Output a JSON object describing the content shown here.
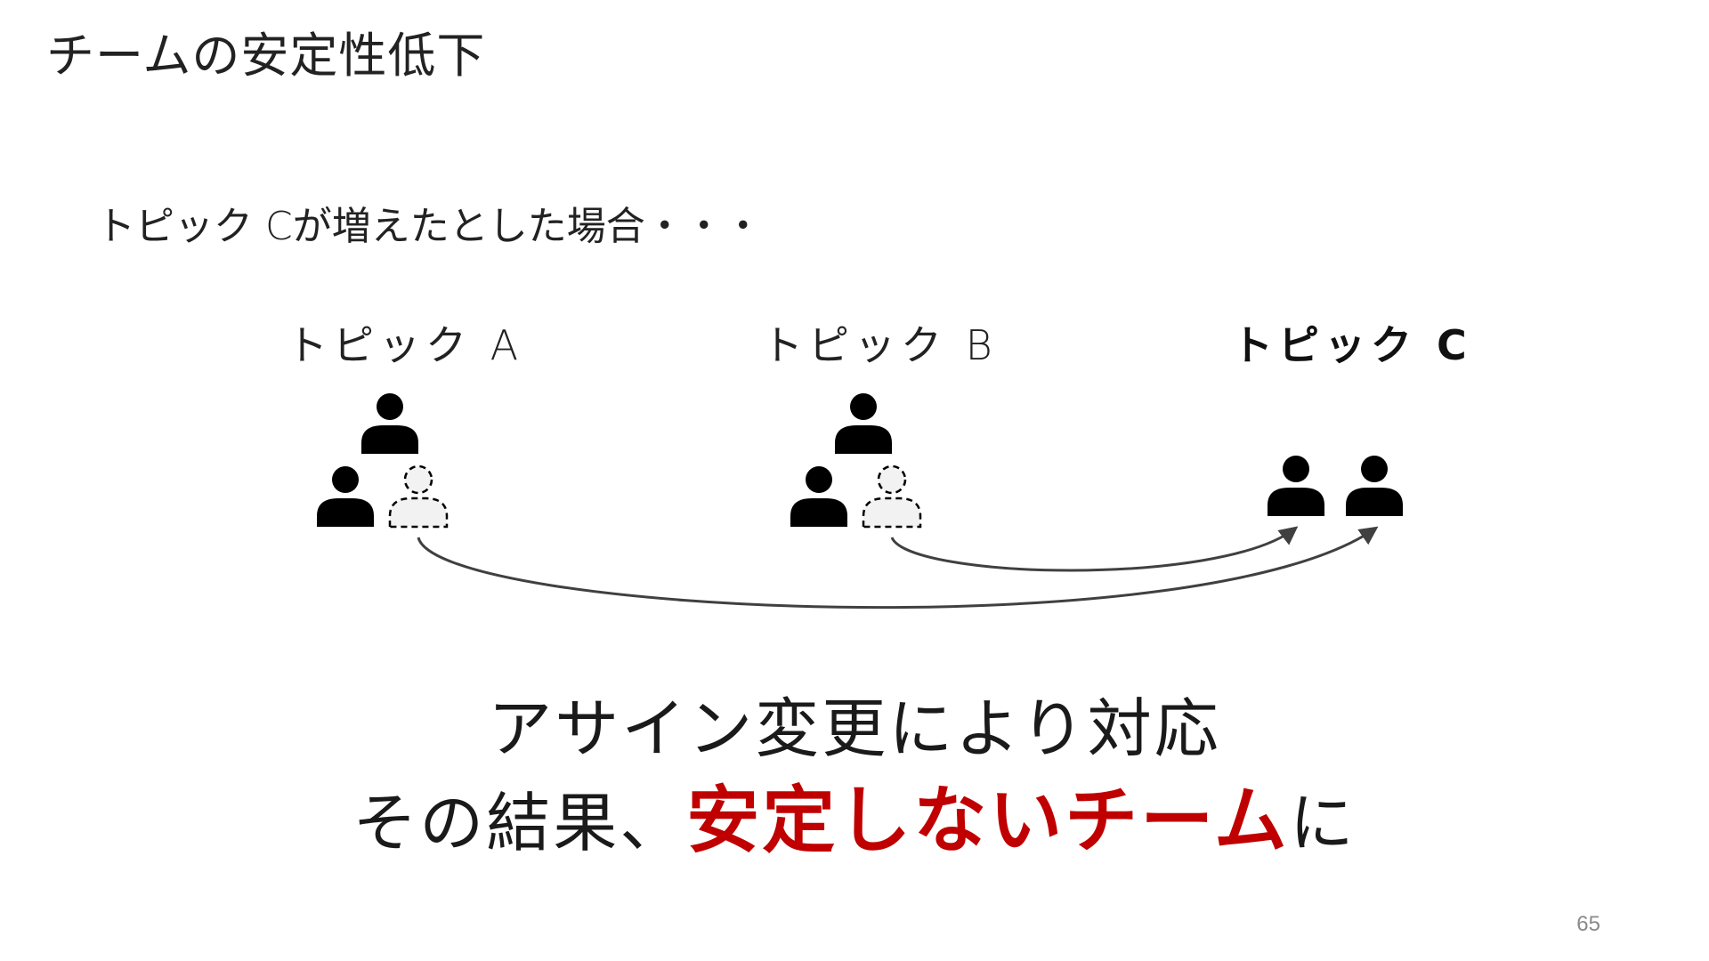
{
  "slide": {
    "title": "チームの安定性低下",
    "intro": "トピック Cが増えたとした場合・・・",
    "page_number": "65"
  },
  "topics": [
    {
      "label": "トピック A",
      "emphasized": false
    },
    {
      "label": "トピック B",
      "emphasized": false
    },
    {
      "label": "トピック C",
      "emphasized": true
    }
  ],
  "conclusion": {
    "line1": "アサイン変更により対応",
    "line2_prefix": "その結果、",
    "line2_emphasis": "安定しないチーム",
    "line2_suffix": "に"
  },
  "colors": {
    "emphasis": "#c00000",
    "person_fill": "#000000",
    "person_placeholder_fill": "#f2f2f2",
    "arrow": "#404040"
  },
  "icons": {
    "person": "person-icon",
    "placeholder": "person-placeholder-icon",
    "arrow": "curved-arrow"
  }
}
